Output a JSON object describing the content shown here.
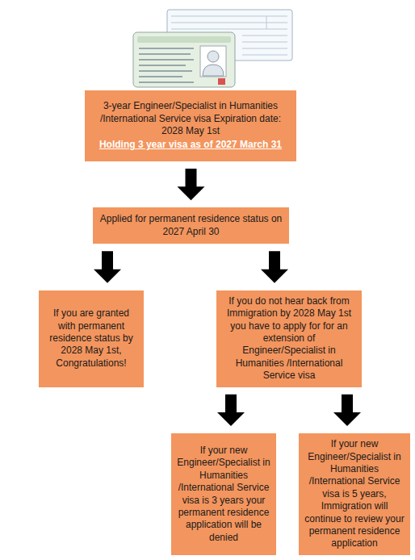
{
  "diagram": {
    "nodes": [
      {
        "text": [
          "3-year Engineer/Specialist in Humanities /International Service visa Expiration date: 2028 May 1st",
          "Holding 3 year visa as of 2027 March 31"
        ]
      },
      {
        "text": [
          "Applied for permanent residence status on 2027 April 30"
        ]
      },
      {
        "text": [
          "If you are granted with permanent residence status by 2028 May 1st, Congratulations!"
        ]
      },
      {
        "text": [
          "If you do not hear back from Immigration by 2028 May 1st you have to apply for for an extension of Engineer/Specialist in Humanities /International Service visa"
        ]
      },
      {
        "text": [
          "If your new Engineer/Specialist in Humanities /International Service visa is 3 years your permanent residence application will be denied"
        ]
      },
      {
        "text": [
          "If your new Engineer/Specialist in Humanities /International Service visa is 5 years, Immigration will continue to review your permanent residence application"
        ]
      }
    ],
    "edges": [
      {
        "from": 0,
        "to": 1,
        "arrow": "to"
      },
      {
        "from": 1,
        "to": 2,
        "arrow": "to"
      },
      {
        "from": 1,
        "to": 3,
        "arrow": "to"
      },
      {
        "from": 3,
        "to": 4,
        "arrow": "to"
      },
      {
        "from": 3,
        "to": 5,
        "arrow": "to"
      }
    ]
  }
}
